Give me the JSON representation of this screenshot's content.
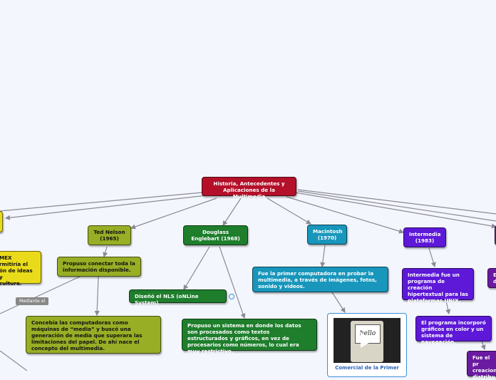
{
  "central": "Historia, Antecedentes y Aplicaciones de la Multimedia",
  "nodes": {
    "ted_nelson": "Ted Nelson (1965)",
    "ted_proposal": "Propuso conectar toda la información disponible.",
    "ted_media": "Concebía las computadoras como máquinas de “media” y buscó una generación de media que superara las limitaciones del papel. De ahí nace el concepto del multimedia.",
    "engelbart": "Douglass Englebart (1968)",
    "nls": "Diseñó el NLS (oNLine System)",
    "engelbart_proposal": "Propuso un sistema en donde los datos son procesados como textos estructurados y gráficos, en vez de procesarios como números, lo cual era muy restrictivo.",
    "macintosh": "Macintosh (1970)",
    "mac_first": "Fue la primer computadora en probar la multimedia, a través de imágenes, fotos, sonido y videos.",
    "intermedia": "Intermedia (1983)",
    "intermedia_desc": "Intermedia fue un programa de creación hipertextual para las plataformas UNIX.",
    "intermedia_color": "El programa incorporó gráficos en color y un sistema de navegación.",
    "memex_partial": "MEX\nrmitiría el\nón de ideas y\ncultura.",
    "right_partial_1": "E\nd",
    "right_partial_2": "Fue el pr\ncreacion\ndistribu"
  },
  "tag_mediante": "Mediante el",
  "media_caption": "Comercial de la Primer",
  "media_screen_text": "hello",
  "colors": {
    "central": "#b4102a",
    "olive": "#97ae25",
    "green": "#1e7e2c",
    "teal": "#1896bb",
    "purple": "#5d18d8",
    "violet": "#6a1aa0",
    "yellow": "#e9db1a",
    "link": "#8a8a96"
  }
}
